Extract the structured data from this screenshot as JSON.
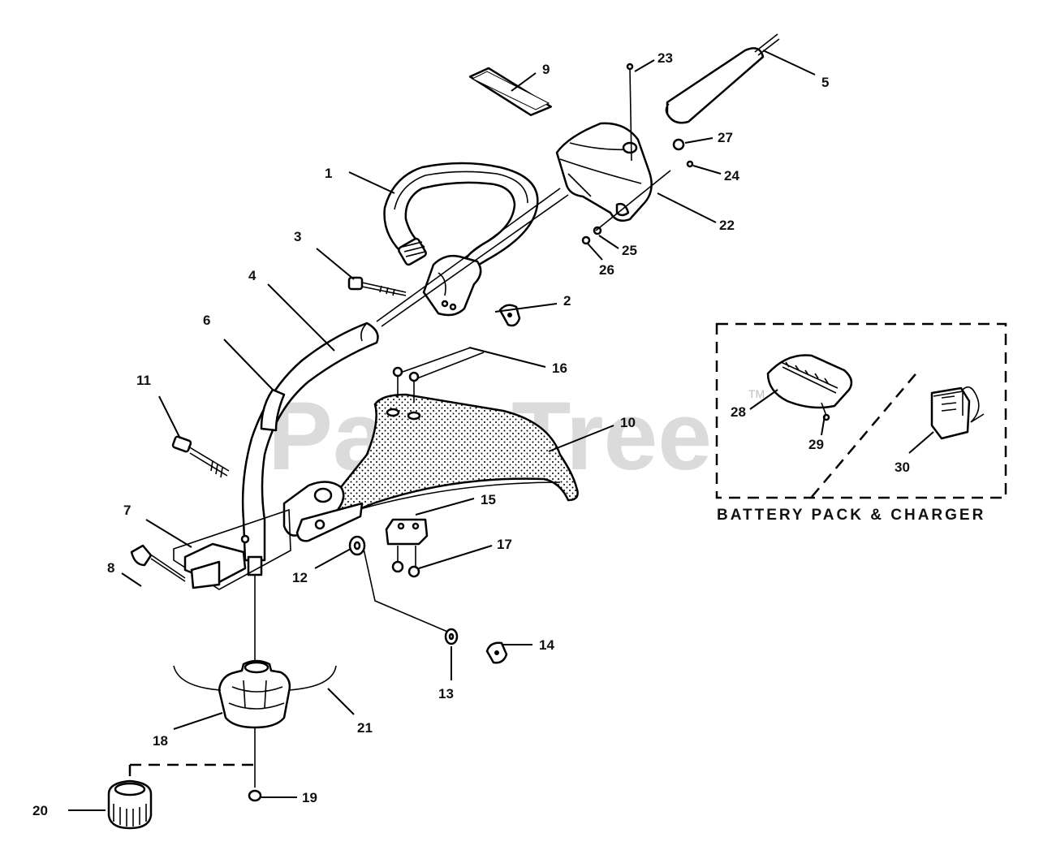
{
  "watermark": {
    "text": "PartsTree",
    "tm": "TM"
  },
  "battery_box": {
    "caption": "BATTERY PACK & CHARGER"
  },
  "callouts": [
    "1",
    "2",
    "3",
    "4",
    "5",
    "6",
    "7",
    "8",
    "9",
    "10",
    "11",
    "12",
    "13",
    "14",
    "15",
    "16",
    "17",
    "18",
    "19",
    "20",
    "21",
    "22",
    "23",
    "24",
    "25",
    "26",
    "27",
    "28",
    "29",
    "30"
  ]
}
